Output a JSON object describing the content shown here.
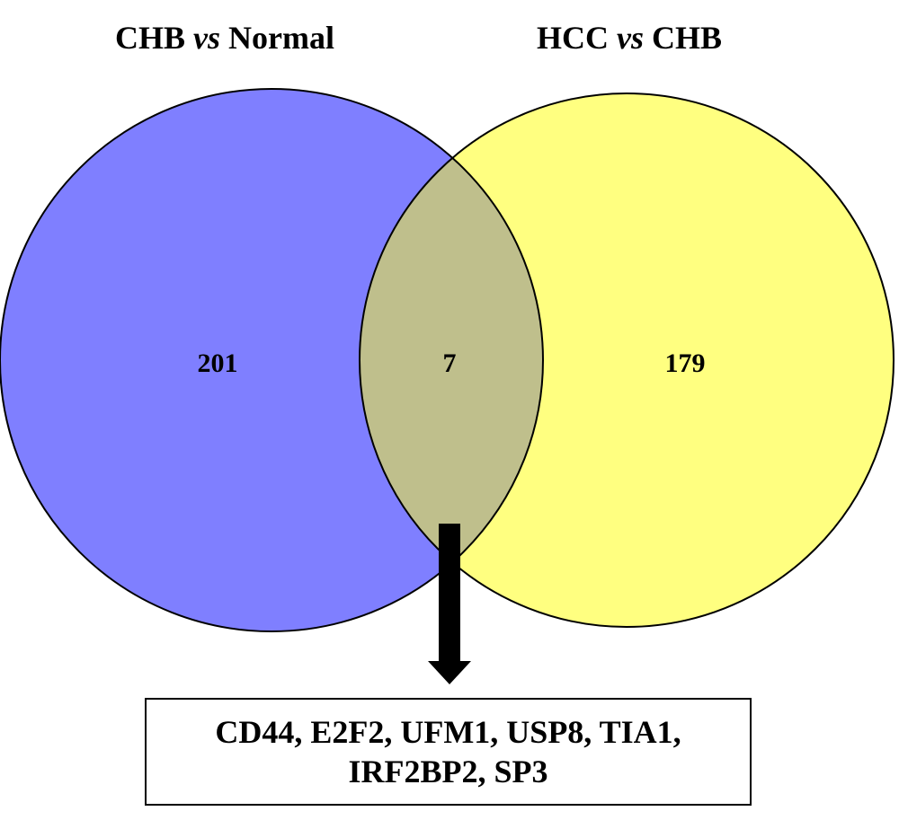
{
  "sets": [
    {
      "title_left": "CHB",
      "title_vs": "vs",
      "title_right": "Normal",
      "exclusive_count": "201",
      "color": "#7f7fff"
    },
    {
      "title_left": "HCC",
      "title_vs": "vs",
      "title_right": "CHB",
      "exclusive_count": "179",
      "color": "#ffff80"
    }
  ],
  "overlap": {
    "count": "7",
    "color": "#bfbf8c"
  },
  "outline_color": "#000000",
  "arrow_color": "#000000",
  "gene_list": {
    "line1": "CD44, E2F2, UFM1, USP8, TIA1,",
    "line2": "IRF2BP2, SP3"
  }
}
